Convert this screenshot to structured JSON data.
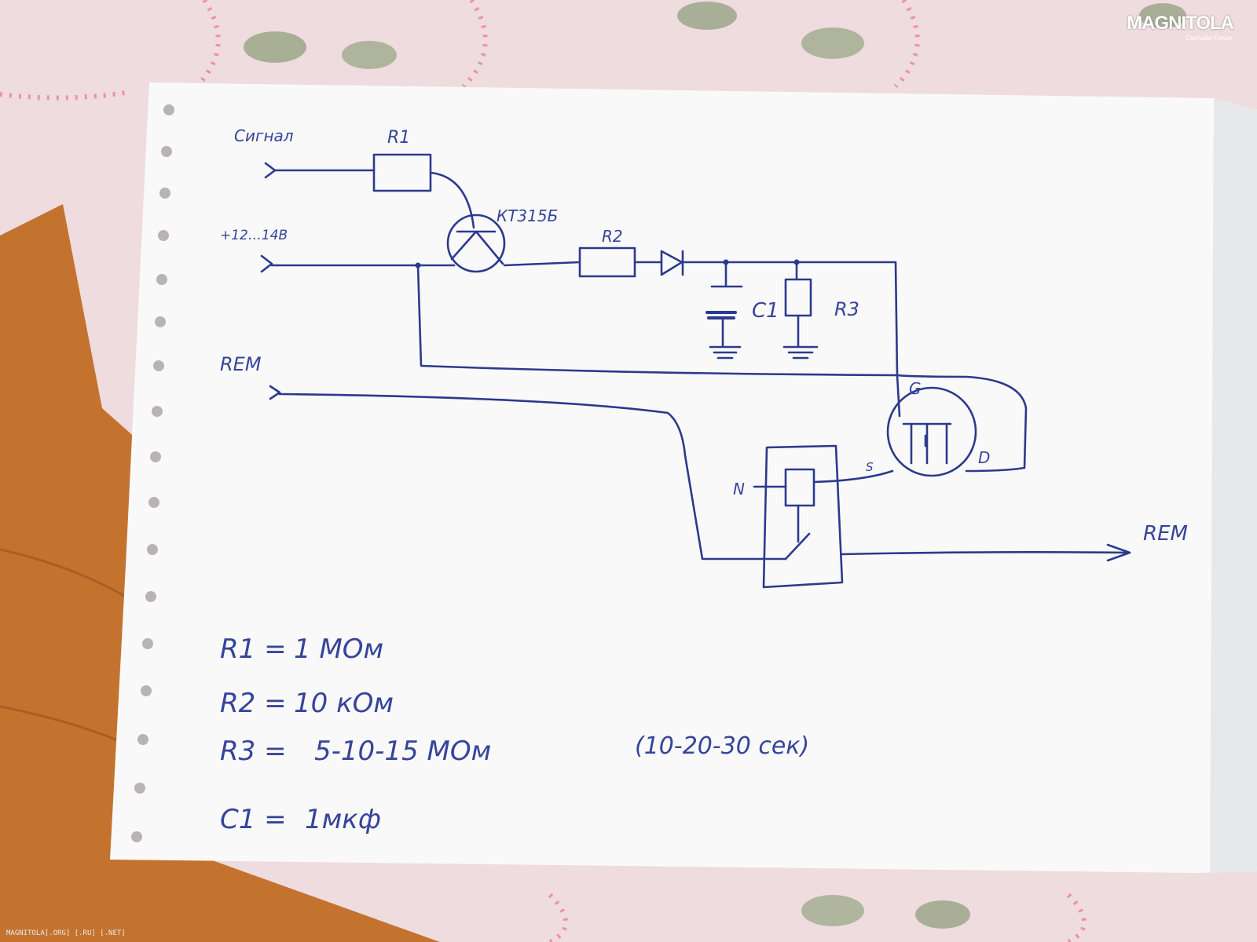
{
  "watermark": {
    "brand": "MAGNITOLA",
    "tagline": "CarAudio Forum"
  },
  "footer_text": "MAGNITOLA[.ORG] [.RU] [.NET]",
  "colors": {
    "ink": "#2c3a8c",
    "paper": "#fbfbfb",
    "table": "#c4732f",
    "tablecloth": "#efdcdf",
    "watermark": "#ffffff"
  },
  "schematic": {
    "inputs": {
      "signal": "Сигнал",
      "power": "+12…14В",
      "rem_in": "REM"
    },
    "output": {
      "rem_out": "REM"
    },
    "components": {
      "r1": "R1",
      "transistor": "КТ315Б",
      "r2": "R2",
      "c1": "C1",
      "r3": "R3",
      "gate": "G",
      "drain": "D",
      "source": "S",
      "relay_coil": "N"
    }
  },
  "values": [
    {
      "label": "R1 =",
      "value": "1 МОм"
    },
    {
      "label": "R2 =",
      "value": "10 кОм"
    },
    {
      "label": "R3 =",
      "value": "5-10-15 МОм",
      "note": "(10-20-30 сек)"
    },
    {
      "label": "C1 =",
      "value": "1мкф"
    }
  ]
}
